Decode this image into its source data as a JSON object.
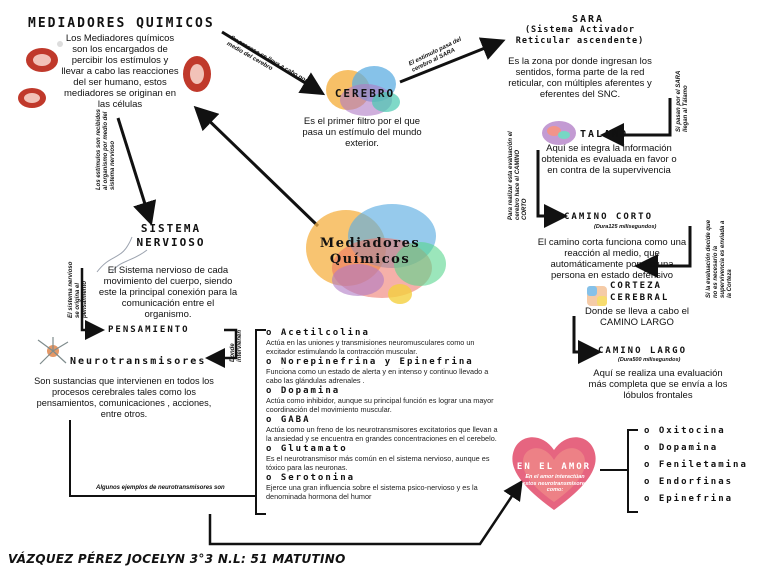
{
  "mediadores": {
    "title": "MEDIADORES QUIMICOS",
    "text": "Los Mediadores químicos son los encargados de percibir los estímulos y llevar a cabo las reacciones del ser humano, estos mediadores se originan en las células"
  },
  "arrows": {
    "to_cerebro": "Su proceso se lleva a cabo por medio del cerebro",
    "to_sara": "El estímulo pasa del cerebro al SARA",
    "to_sistema": "Los estímulos son recibidos al organismo por medio del sistema nervioso",
    "to_talamo": "Si pasan por el SARA llegan al Tálamo",
    "to_corto": "Para realizar esta evaluación el cerebro hace el CAMINO CORTO",
    "to_largo": "Si la evaluación decide que no es necesario la supervivencia es enviada a la Corteza",
    "pensamiento_label": "El sistema nervioso se origina el pensamiento",
    "donde": "Donde intervienen",
    "ejemplos": "Algunos ejemplos de neurotransmisores son"
  },
  "cerebro": {
    "title": "CEREBRO",
    "text": "Es el primer filtro por el que pasa un estímulo del mundo exterior."
  },
  "sara": {
    "title": "SARA",
    "subtitle": "(Sistema Activador Reticular ascendente)",
    "text": "Es la zona por donde ingresan los sentidos, forma parte de la red reticular, con múltiples aferentes y eferentes del SNC."
  },
  "talamo": {
    "title": "TALAMO",
    "text": "Aquí se integra la información obtenida es evaluada en favor o en contra de la supervivencia"
  },
  "camino_corto": {
    "title": "CAMINO CORTO",
    "duration": "(Dura125 milisegundos)",
    "text": "El camino corta funciona como una reacción al medio, que automáticamente pone a una persona en estado defensivo"
  },
  "corteza": {
    "title": "CORTEZA CEREBRAL",
    "text": "Donde se lleva a cabo el CAMINO LARGO"
  },
  "camino_largo": {
    "title": "CAMINO LARGO",
    "duration": "(Dura500 milisegundos)",
    "text": "Aquí se realiza una evaluación más completa que se envía a los lóbulos frontales"
  },
  "center": {
    "title": "Mediadores Químicos"
  },
  "sistema": {
    "title": "SISTEMA NERVIOSO",
    "text": "El Sistema nervioso de cada movimiento del cuerpo, siendo este la principal conexión para la comunicación entre el organismo."
  },
  "pensamiento": {
    "title": "PENSAMIENTO"
  },
  "neuro": {
    "title": "Neurotransmisores",
    "text": "Son sustancias que intervienen en todos los procesos cerebrales tales como los pensamientos, comunicaciones , acciones, entre otros."
  },
  "neurotransmitters": [
    {
      "name": "Acetilcolina",
      "desc": "Actúa en las uniones y transmisiones neuromusculares como un excitador estimulando la contracción muscular."
    },
    {
      "name": "Norepinefrina y Epinefrina",
      "desc": "Funciona como un estado de alerta y en intenso y continuo llevado a cabo las glándulas adrenales ."
    },
    {
      "name": "Dopamina",
      "desc": "Actúa como inhibidor, aunque su principal función es lograr una mayor coordinación del movimiento muscular."
    },
    {
      "name": "GABA",
      "desc": "Actúa como un freno de los neurotransmisores excitatorios que llevan a la ansiedad y se encuentra en grandes concentraciones en el cerebelo."
    },
    {
      "name": "Glutamato",
      "desc": "Es el neurotransmisor más común en el sistema nervioso, aunque es tóxico para las neuronas."
    },
    {
      "name": "Serotonina",
      "desc": "Ejerce una gran influencia sobre el sistema psico-nervioso y es la denominada hormona del humor"
    }
  ],
  "amor": {
    "title": "EN EL AMOR",
    "text": "En el amor interactúan estos neurotransmisores como:",
    "items": [
      "Oxitocina",
      "Dopamina",
      "Feniletamina",
      "Endorfinas",
      "Epinefrina"
    ]
  },
  "footer": {
    "author": "VÁZQUEZ PÉREZ JOCELYN 3°3 N.L: 51 MATUTINO"
  },
  "colors": {
    "line": "#111111",
    "cell_red": "#c0392b",
    "heart": "#e24a6a"
  }
}
